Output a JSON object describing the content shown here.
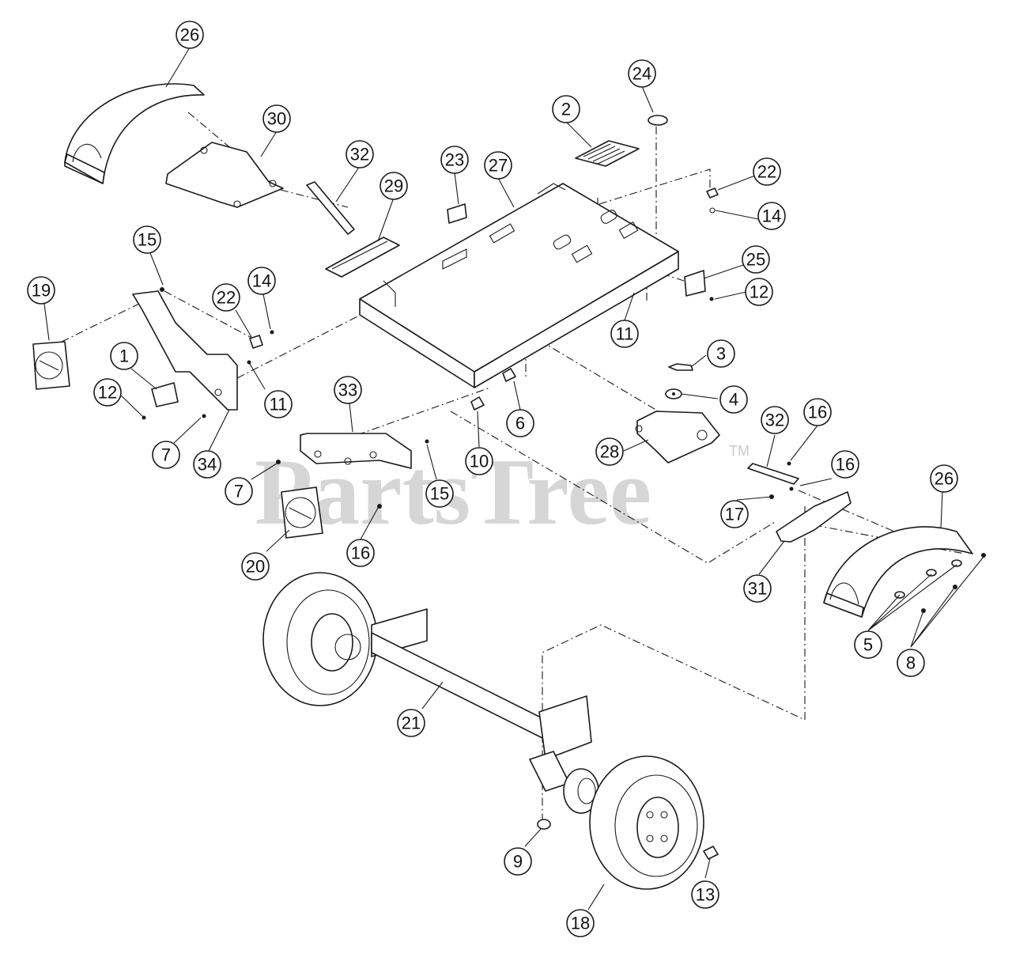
{
  "watermark": {
    "text": "PartsTree",
    "trademark": "TM"
  },
  "callouts": [
    {
      "id": "c26a",
      "label": "26"
    },
    {
      "id": "c30",
      "label": "30"
    },
    {
      "id": "c32a",
      "label": "32"
    },
    {
      "id": "c29",
      "label": "29"
    },
    {
      "id": "c23",
      "label": "23"
    },
    {
      "id": "c27",
      "label": "27"
    },
    {
      "id": "c2",
      "label": "2"
    },
    {
      "id": "c24",
      "label": "24"
    },
    {
      "id": "c22a",
      "label": "22"
    },
    {
      "id": "c14a",
      "label": "14"
    },
    {
      "id": "c25",
      "label": "25"
    },
    {
      "id": "c12a",
      "label": "12"
    },
    {
      "id": "c11a",
      "label": "11"
    },
    {
      "id": "c15a",
      "label": "15"
    },
    {
      "id": "c19",
      "label": "19"
    },
    {
      "id": "c22b",
      "label": "22"
    },
    {
      "id": "c14b",
      "label": "14"
    },
    {
      "id": "c1",
      "label": "1"
    },
    {
      "id": "c12b",
      "label": "12"
    },
    {
      "id": "c11b",
      "label": "11"
    },
    {
      "id": "c7a",
      "label": "7"
    },
    {
      "id": "c34",
      "label": "34"
    },
    {
      "id": "c33",
      "label": "33"
    },
    {
      "id": "c3",
      "label": "3"
    },
    {
      "id": "c4",
      "label": "4"
    },
    {
      "id": "c6",
      "label": "6"
    },
    {
      "id": "c10",
      "label": "10"
    },
    {
      "id": "c28",
      "label": "28"
    },
    {
      "id": "c32b",
      "label": "32"
    },
    {
      "id": "c16a",
      "label": "16"
    },
    {
      "id": "c16b",
      "label": "16"
    },
    {
      "id": "c26b",
      "label": "26"
    },
    {
      "id": "c7b",
      "label": "7"
    },
    {
      "id": "c15b",
      "label": "15"
    },
    {
      "id": "c17",
      "label": "17"
    },
    {
      "id": "c20",
      "label": "20"
    },
    {
      "id": "c16c",
      "label": "16"
    },
    {
      "id": "c31",
      "label": "31"
    },
    {
      "id": "c5",
      "label": "5"
    },
    {
      "id": "c8",
      "label": "8"
    },
    {
      "id": "c21",
      "label": "21"
    },
    {
      "id": "c9",
      "label": "9"
    },
    {
      "id": "c13",
      "label": "13"
    },
    {
      "id": "c18",
      "label": "18"
    }
  ]
}
